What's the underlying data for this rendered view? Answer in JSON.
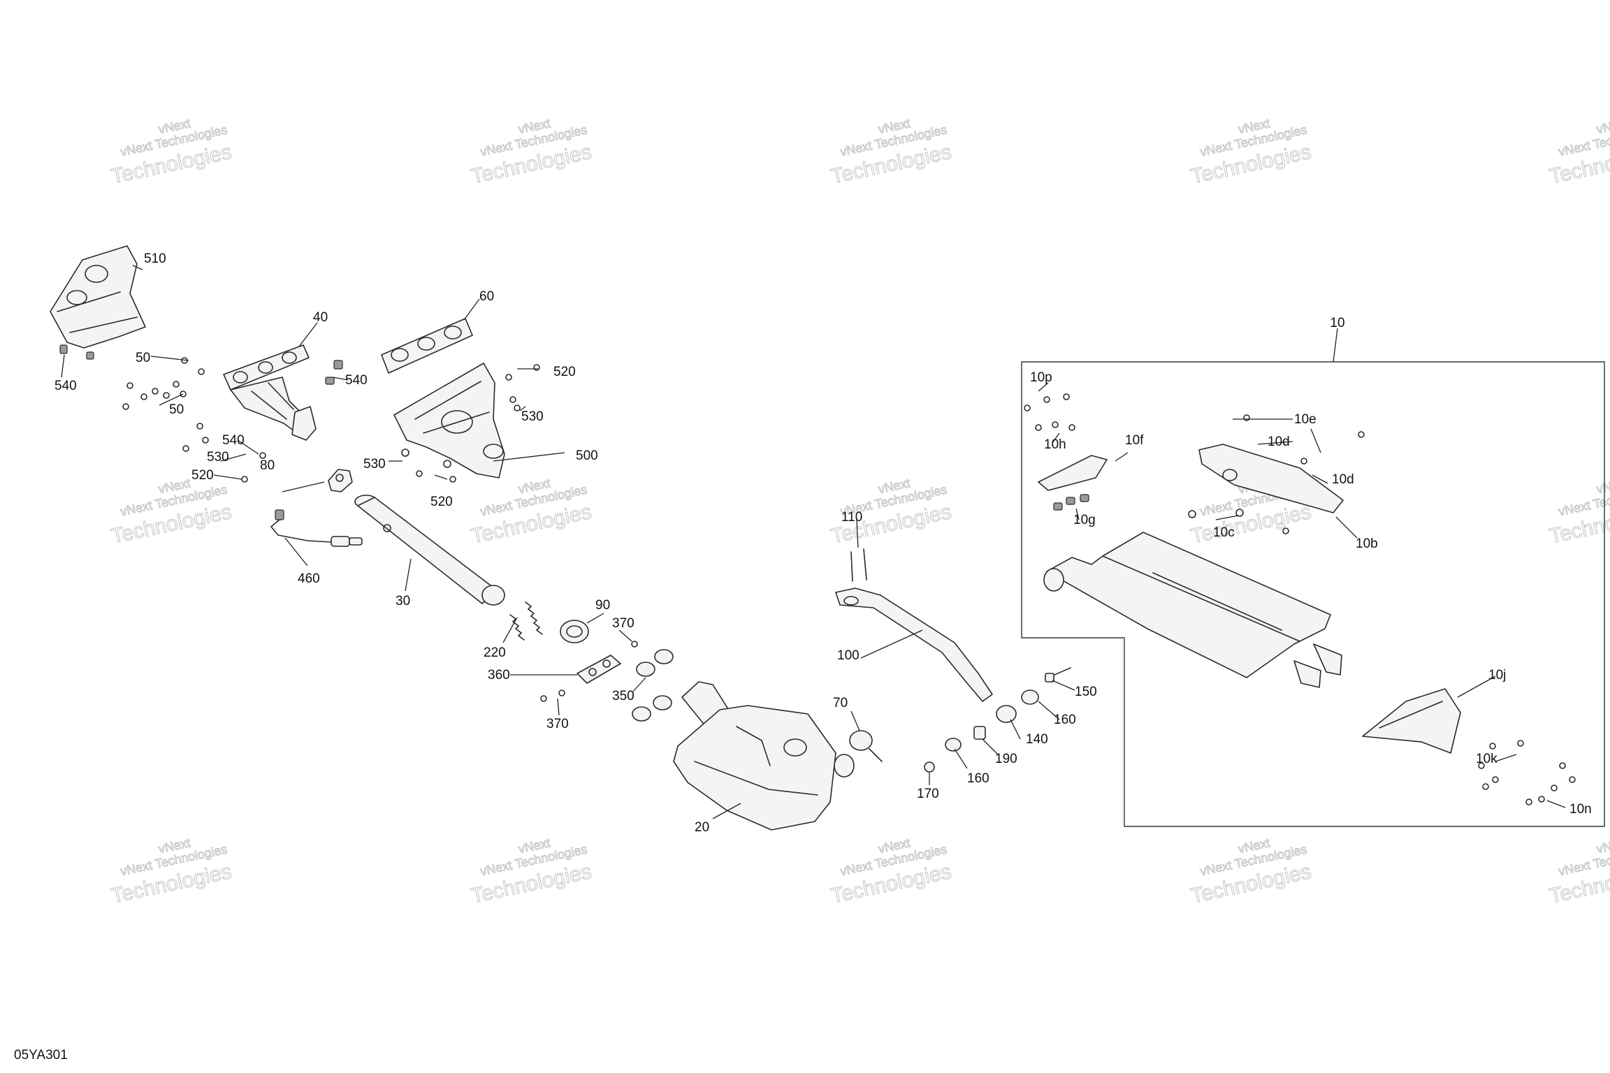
{
  "diagram_code": "05YA301",
  "watermark": {
    "line1": "vNext Technologies",
    "line2": "vNext",
    "line3": "Technologies"
  },
  "callouts": {
    "c10": "10",
    "c10p": "10p",
    "c10h": "10h",
    "c10f": "10f",
    "c10e": "10e",
    "c10d1": "10d",
    "c10d2": "10d",
    "c10c": "10c",
    "c10b": "10b",
    "c10g": "10g",
    "c10j": "10j",
    "c10k": "10k",
    "c10n": "10n",
    "c20": "20",
    "c30": "30",
    "c40": "40",
    "c50a": "50",
    "c50b": "50",
    "c60": "60",
    "c70": "70",
    "c80": "80",
    "c90": "90",
    "c100": "100",
    "c110": "110",
    "c140": "140",
    "c150": "150",
    "c160a": "160",
    "c160b": "160",
    "c170": "170",
    "c190": "190",
    "c220": "220",
    "c350": "350",
    "c360": "360",
    "c370a": "370",
    "c370b": "370",
    "c460": "460",
    "c500": "500",
    "c510": "510",
    "c520a": "520",
    "c520b": "520",
    "c520c": "520",
    "c530a": "530",
    "c530b": "530",
    "c530c": "530",
    "c540a": "540",
    "c540b": "540",
    "c540c": "540"
  }
}
